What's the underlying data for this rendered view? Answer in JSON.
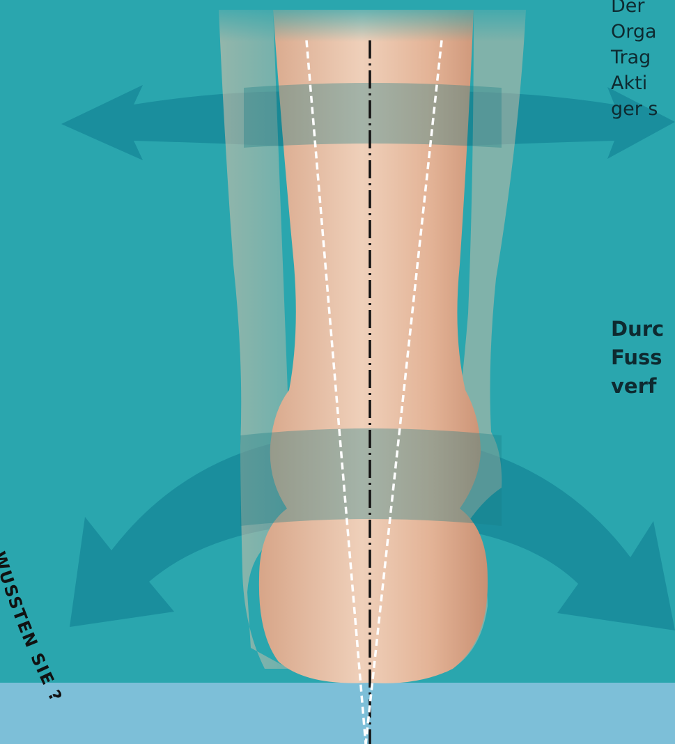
{
  "colors": {
    "background": "#2aa6ae",
    "floor": "#7dbfd8",
    "arrow": "#17899a",
    "band": "#1b7f86",
    "skin_light": "#ecc6ad",
    "skin_dark": "#d4a084",
    "text": "#0e2a30"
  },
  "intro_lines": [
    "Der",
    "Orga",
    "Trag",
    "Akti",
    "ger s"
  ],
  "callout_lines": [
    "Durc",
    "Fuss",
    "verf"
  ],
  "curved_label": "WUSSTEN SIE ?",
  "icons": {
    "left-arrow": "arrow-left",
    "right-arrow": "arrow-right",
    "lower-left-arrow": "curved-arrow-down-left",
    "lower-right-arrow": "curved-arrow-down-right"
  }
}
